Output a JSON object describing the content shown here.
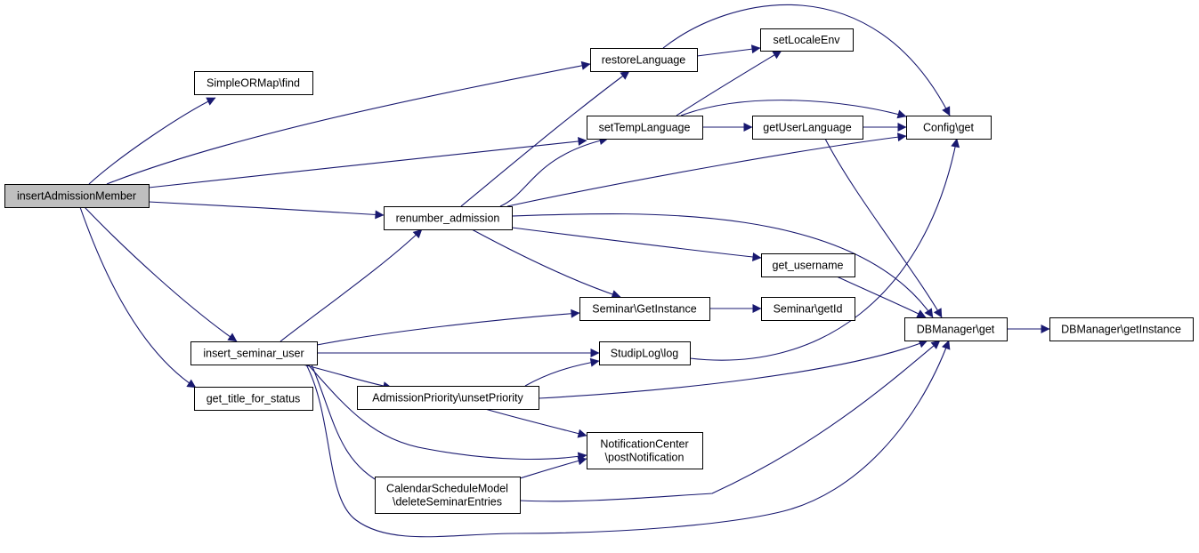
{
  "colors": {
    "edge": "#191970",
    "node_fill": "#ffffff",
    "root_fill": "#bfbfbf",
    "node_border": "#000000",
    "text": "#000000"
  },
  "nodes": {
    "insert_admission_member": {
      "lines": [
        "insertAdmissionMember"
      ],
      "highlighted": true
    },
    "simple_ormap_find": {
      "lines": [
        "SimpleORMap\\find"
      ]
    },
    "restore_language": {
      "lines": [
        "restoreLanguage"
      ]
    },
    "set_locale_env": {
      "lines": [
        "setLocaleEnv"
      ]
    },
    "set_temp_language": {
      "lines": [
        "setTempLanguage"
      ]
    },
    "get_user_language": {
      "lines": [
        "getUserLanguage"
      ]
    },
    "config_get": {
      "lines": [
        "Config\\get"
      ]
    },
    "renumber_admission": {
      "lines": [
        "renumber_admission"
      ]
    },
    "get_username": {
      "lines": [
        "get_username"
      ]
    },
    "seminar_get_instance": {
      "lines": [
        "Seminar\\GetInstance"
      ]
    },
    "seminar_get_id": {
      "lines": [
        "Seminar\\getId"
      ]
    },
    "dbmanager_get": {
      "lines": [
        "DBManager\\get"
      ]
    },
    "dbmanager_get_instance": {
      "lines": [
        "DBManager\\getInstance"
      ]
    },
    "insert_seminar_user": {
      "lines": [
        "insert_seminar_user"
      ]
    },
    "studiplog_log": {
      "lines": [
        "StudipLog\\log"
      ]
    },
    "get_title_for_status": {
      "lines": [
        "get_title_for_status"
      ]
    },
    "admission_priority_unset": {
      "lines": [
        "AdmissionPriority\\unsetPriority"
      ]
    },
    "notification_center_post": {
      "lines": [
        "NotificationCenter",
        "\\postNotification"
      ]
    },
    "calendar_schedule_delete": {
      "lines": [
        "CalendarScheduleModel",
        "\\deleteSeminarEntries"
      ]
    }
  },
  "edges": [
    [
      "insert_admission_member",
      "simple_ormap_find"
    ],
    [
      "insert_admission_member",
      "restore_language"
    ],
    [
      "insert_admission_member",
      "set_temp_language"
    ],
    [
      "insert_admission_member",
      "renumber_admission"
    ],
    [
      "insert_admission_member",
      "insert_seminar_user"
    ],
    [
      "insert_admission_member",
      "get_title_for_status"
    ],
    [
      "restore_language",
      "set_locale_env"
    ],
    [
      "restore_language",
      "config_get"
    ],
    [
      "set_temp_language",
      "set_locale_env"
    ],
    [
      "set_temp_language",
      "get_user_language"
    ],
    [
      "set_temp_language",
      "config_get"
    ],
    [
      "get_user_language",
      "config_get"
    ],
    [
      "get_user_language",
      "dbmanager_get"
    ],
    [
      "renumber_admission",
      "restore_language"
    ],
    [
      "renumber_admission",
      "set_temp_language"
    ],
    [
      "renumber_admission",
      "config_get"
    ],
    [
      "renumber_admission",
      "dbmanager_get"
    ],
    [
      "renumber_admission",
      "get_username"
    ],
    [
      "renumber_admission",
      "seminar_get_instance"
    ],
    [
      "get_username",
      "dbmanager_get"
    ],
    [
      "seminar_get_instance",
      "seminar_get_id"
    ],
    [
      "dbmanager_get",
      "dbmanager_get_instance"
    ],
    [
      "insert_seminar_user",
      "renumber_admission"
    ],
    [
      "insert_seminar_user",
      "seminar_get_instance"
    ],
    [
      "insert_seminar_user",
      "studiplog_log"
    ],
    [
      "insert_seminar_user",
      "admission_priority_unset"
    ],
    [
      "insert_seminar_user",
      "notification_center_post"
    ],
    [
      "insert_seminar_user",
      "calendar_schedule_delete"
    ],
    [
      "insert_seminar_user",
      "dbmanager_get"
    ],
    [
      "studiplog_log",
      "config_get"
    ],
    [
      "admission_priority_unset",
      "studiplog_log"
    ],
    [
      "admission_priority_unset",
      "dbmanager_get"
    ],
    [
      "admission_priority_unset",
      "notification_center_post"
    ],
    [
      "calendar_schedule_delete",
      "notification_center_post"
    ],
    [
      "calendar_schedule_delete",
      "dbmanager_get"
    ]
  ]
}
